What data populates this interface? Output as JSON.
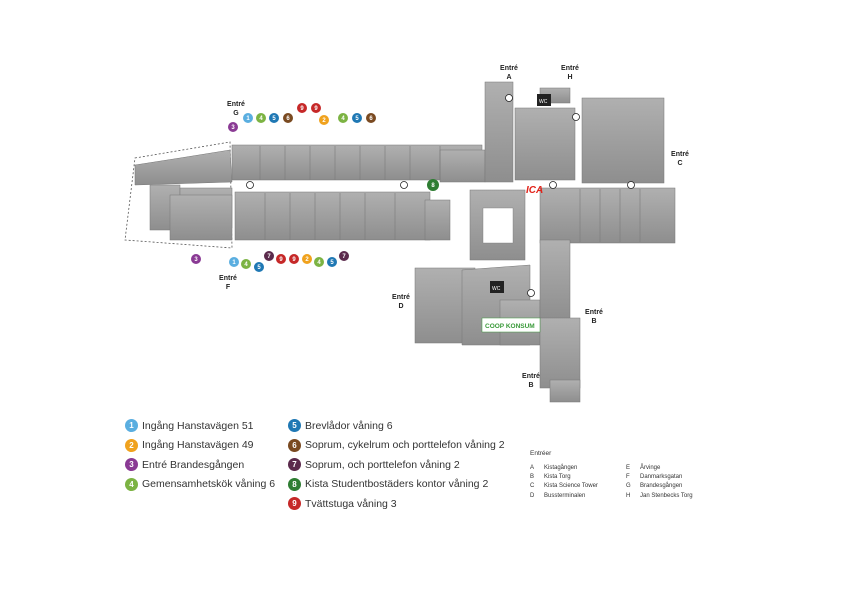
{
  "entrances": [
    {
      "word": "Entré",
      "letter": "A"
    },
    {
      "word": "Entré",
      "letter": "H"
    },
    {
      "word": "Entré",
      "letter": "C"
    },
    {
      "word": "Entré",
      "letter": "G"
    },
    {
      "word": "Entré",
      "letter": "F"
    },
    {
      "word": "Entré",
      "letter": "D"
    },
    {
      "word": "Entré",
      "letter": "B"
    },
    {
      "word": "Entré",
      "letter": "B"
    }
  ],
  "map_labels": {
    "ica": "ICA",
    "coop": "COOP KONSUM",
    "wc": "WC",
    "wc2": "WC"
  },
  "legend": [
    {
      "num": "1",
      "text": "Ingång Hanstavägen 51",
      "color": "#5aaee0"
    },
    {
      "num": "2",
      "text": "Ingång Hanstavägen 49",
      "color": "#f0a21e"
    },
    {
      "num": "3",
      "text": "Entré Brandesgången",
      "color": "#8a3a94"
    },
    {
      "num": "4",
      "text": "Gemensamhetskök våning 6",
      "color": "#7cb343"
    },
    {
      "num": "5",
      "text": "Brevlådor våning 6",
      "color": "#1f78b4"
    },
    {
      "num": "6",
      "text": "Soprum, cykelrum och porttelefon våning 2",
      "color": "#7a4a21"
    },
    {
      "num": "7",
      "text": "Soprum, och porttelefon våning 2",
      "color": "#5b2a4c"
    },
    {
      "num": "8",
      "text": "Kista Studentbostäders kontor våning 2",
      "color": "#2e7d32"
    },
    {
      "num": "9",
      "text": "Tvättstuga våning 3",
      "color": "#c62828"
    }
  ],
  "entries_title": "Entréer",
  "entries_list": [
    {
      "letter": "A",
      "name": "Kistagången"
    },
    {
      "letter": "B",
      "name": "Kista Torg"
    },
    {
      "letter": "C",
      "name": "Kista Science Tower"
    },
    {
      "letter": "D",
      "name": "Bussterminalen"
    },
    {
      "letter": "E",
      "name": "Årvinge"
    },
    {
      "letter": "F",
      "name": "Danmarksgatan"
    },
    {
      "letter": "G",
      "name": "Brandesgången"
    },
    {
      "letter": "H",
      "name": "Jan Stenbecks Torg"
    }
  ],
  "colors": {
    "building": "#9a9a9a",
    "building_dark": "#7d7d7d",
    "ica_red": "#e2231a",
    "coop_green": "#3a9a3a"
  },
  "icons": [
    "info-icon",
    "wc-icon",
    "disabled-access-icon",
    "parking-icon"
  ]
}
